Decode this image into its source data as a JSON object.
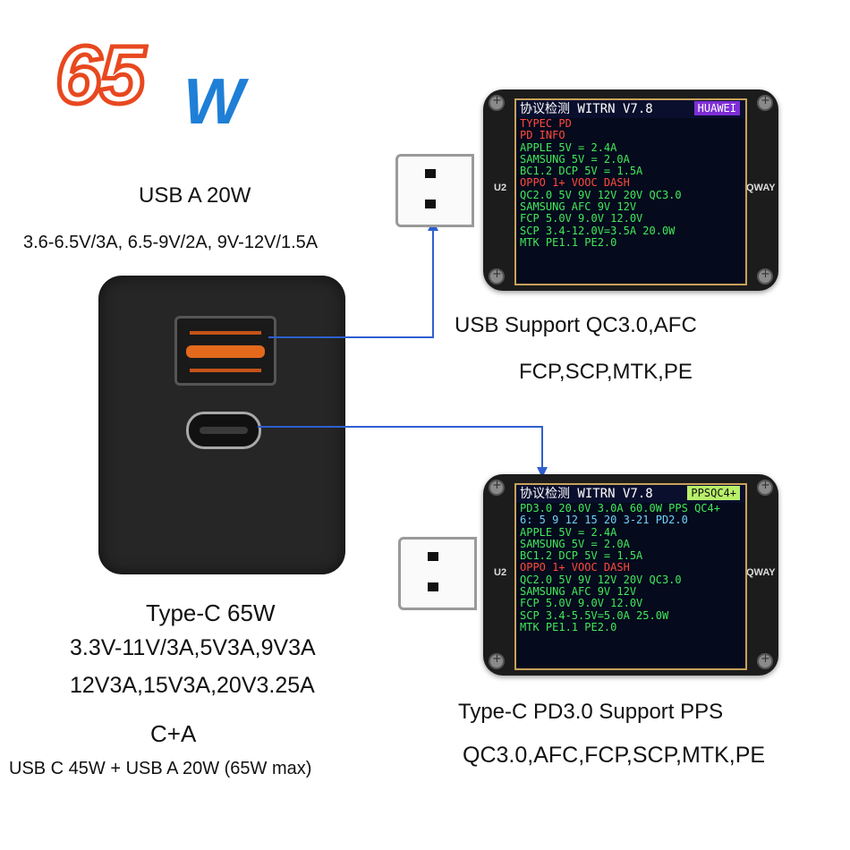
{
  "headline": {
    "big": "65",
    "unit": "W"
  },
  "usb_a": {
    "title": "USB A 20W",
    "specs": "3.6-6.5V/3A, 6.5-9V/2A, 9V-12V/1.5A",
    "support_line1": "USB Support QC3.0,AFC",
    "support_line2": "FCP,SCP,MTK,PE"
  },
  "type_c": {
    "title": "Type-C 65W",
    "specs_line1": "3.3V-11V/3A,5V3A,9V3A",
    "specs_line2": "12V3A,15V3A,20V3.25A",
    "support_line1": "Type-C PD3.0 Support PPS",
    "support_line2": "QC3.0,AFC,FCP,SCP,MTK,PE"
  },
  "combined": {
    "label": "C+A",
    "detail": "USB C 45W + USB A 20W  (65W max)"
  },
  "meter_top": {
    "header": "协议检测 WITRN V7.8",
    "badge": "HUAWEI",
    "side_left": "U2",
    "side_right": "QWAY",
    "lines": [
      {
        "text": "TYPEC PD",
        "color": "#ff4a3d"
      },
      {
        "text": "PD INFO",
        "color": "#ff4a3d"
      },
      {
        "text": "APPLE 5V = 2.4A",
        "color": "#42e85a"
      },
      {
        "text": "SAMSUNG 5V = 2.0A",
        "color": "#42e85a"
      },
      {
        "text": "BC1.2 DCP 5V = 1.5A",
        "color": "#42e85a"
      },
      {
        "text": "OPPO 1+ VOOC DASH",
        "color": "#ff4a3d"
      },
      {
        "text": "QC2.0  5V 9V 12V 20V QC3.0",
        "color": "#42e85a"
      },
      {
        "text": "SAMSUNG AFC 9V 12V",
        "color": "#42e85a"
      },
      {
        "text": "FCP 5.0V 9.0V 12.0V",
        "color": "#42e85a"
      },
      {
        "text": "SCP 3.4-12.0V=3.5A 20.0W",
        "color": "#42e85a"
      },
      {
        "text": "MTK PE1.1 PE2.0",
        "color": "#42e85a"
      }
    ],
    "colors": {
      "header_bg": "#0a0f2e",
      "badge_bg": "#7d2fd6",
      "badge_fg": "#ffffff"
    }
  },
  "meter_bottom": {
    "header": "协议检测 WITRN V7.8",
    "badge": "PPSQC4+",
    "side_left": "U2",
    "side_right": "QWAY",
    "lines": [
      {
        "text": "PD3.0 20.0V 3.0A 60.0W PPS QC4+",
        "color": "#42e85a"
      },
      {
        "text": "6: 5 9 12 15 20 3-21 PD2.0",
        "color": "#6fd1ff"
      },
      {
        "text": "APPLE 5V = 2.4A",
        "color": "#42e85a"
      },
      {
        "text": "SAMSUNG 5V = 2.0A",
        "color": "#42e85a"
      },
      {
        "text": "BC1.2 DCP 5V = 1.5A",
        "color": "#42e85a"
      },
      {
        "text": "OPPO 1+ VOOC DASH",
        "color": "#ff4a3d"
      },
      {
        "text": "QC2.0  5V 9V 12V 20V QC3.0",
        "color": "#42e85a"
      },
      {
        "text": "SAMSUNG AFC 9V 12V",
        "color": "#42e85a"
      },
      {
        "text": "FCP 5.0V 9.0V 12.0V",
        "color": "#42e85a"
      },
      {
        "text": "SCP 3.4-5.5V=5.0A 25.0W",
        "color": "#42e85a"
      },
      {
        "text": "MTK PE1.1 PE2.0",
        "color": "#42e85a"
      }
    ],
    "colors": {
      "header_bg": "#0a0f2e",
      "badge_bg": "#b8f06a",
      "badge_fg": "#111111"
    }
  },
  "colors": {
    "headline_stroke": "#e8481f",
    "headline_unit": "#1f7fd6",
    "connector": "#2f5fd0",
    "charger_body": "#262626",
    "usb_a_port": "#e4691d"
  }
}
